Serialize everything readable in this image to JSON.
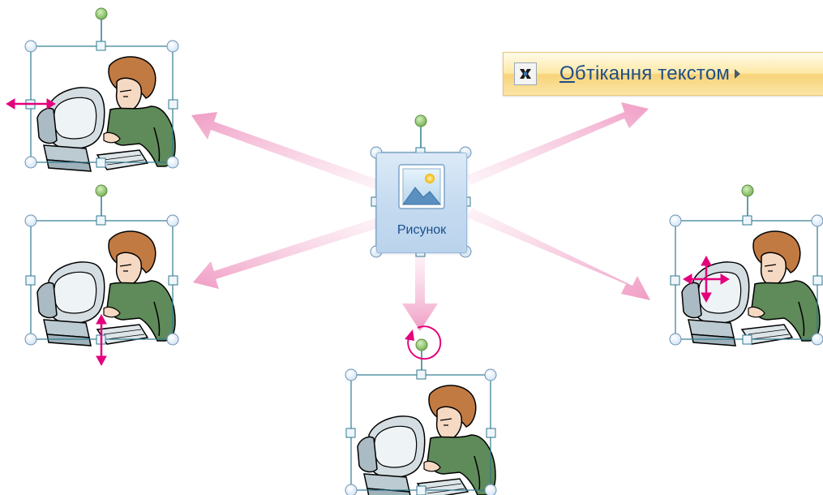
{
  "wrap_button": {
    "label_first": "О",
    "label_rest": "бтікання текстом",
    "icon": "text-wrapping-icon"
  },
  "picture_button": {
    "label": "Рисунок",
    "icon": "picture-icon"
  },
  "colors": {
    "accent_arrow": "#f2a6c9",
    "handle_color": "#e4007c",
    "frame_stroke": "#2f7a8f",
    "rotation_handle": "#8cc36a"
  }
}
